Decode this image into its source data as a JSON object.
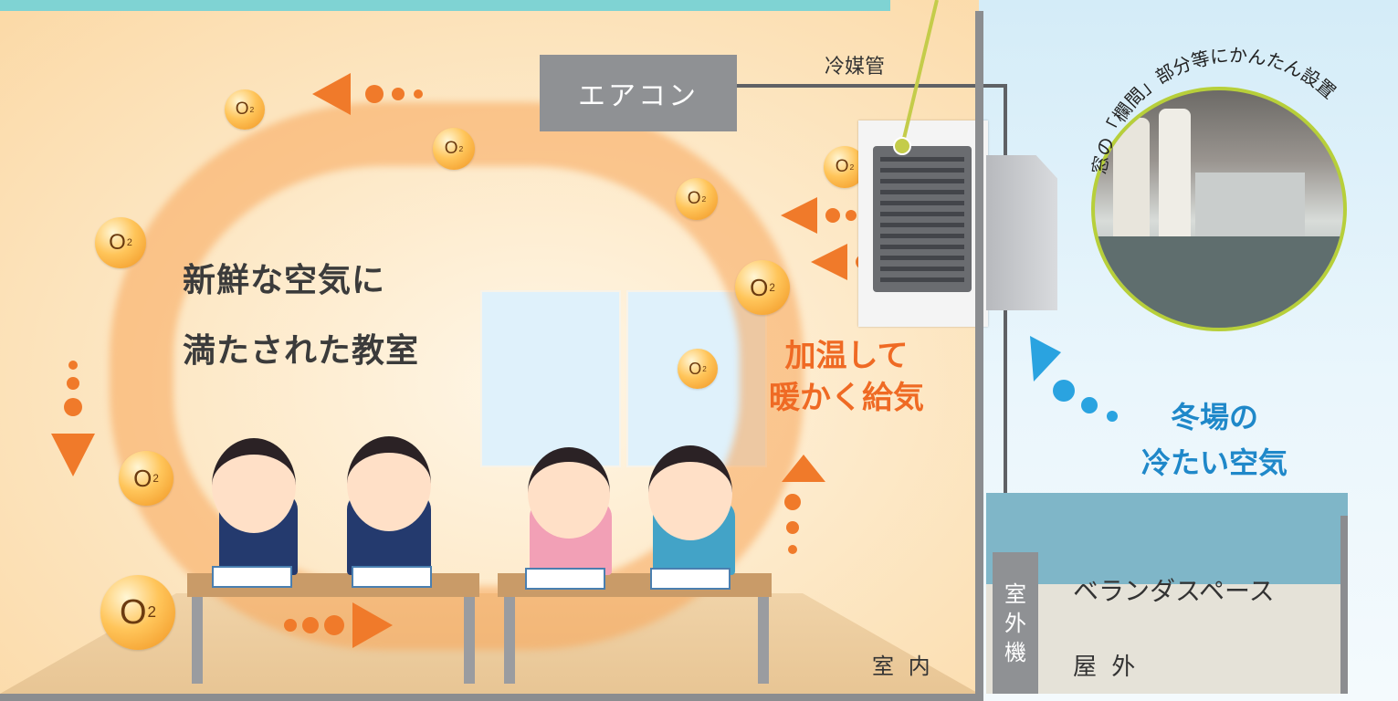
{
  "labels": {
    "room_text_line1": "新鮮な空気に",
    "room_text_line2": "満たされた教室",
    "warm_line1": "加温して",
    "warm_line2": "暖かく給気",
    "cold_line1": "冬場の",
    "cold_line2": "冷たい空気",
    "aircon": "エアコン",
    "refrigerant_pipe": "冷媒管",
    "outdoor_unit": [
      "室",
      "外",
      "機"
    ],
    "veranda": "ベランダスペース",
    "outdoors": "屋 外",
    "indoors": "室 内",
    "install_note": "窓の「欄間」部分等にかんたん設置"
  },
  "o2": {
    "letter": "O",
    "sub": "2"
  },
  "colors": {
    "accent_orange": "#ef6a24",
    "accent_blue": "#1f88c9",
    "indoor_bg": "#fde9c8",
    "outdoor_bg": "#d4ecf8",
    "wall_gray": "#8b8d90"
  }
}
